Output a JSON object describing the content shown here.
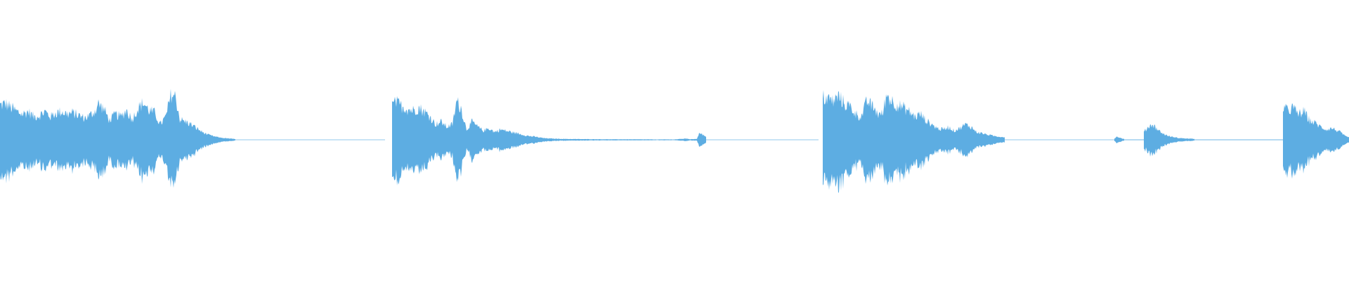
{
  "waveform": {
    "color": "#5DADE2",
    "duration_units": 1920,
    "segments": [
      {
        "start": 0,
        "end": 335,
        "peaks": [
          [
            0,
            0.27
          ],
          [
            8,
            0.28
          ],
          [
            16,
            0.25
          ],
          [
            24,
            0.22
          ],
          [
            32,
            0.2
          ],
          [
            40,
            0.22
          ],
          [
            48,
            0.18
          ],
          [
            56,
            0.19
          ],
          [
            64,
            0.22
          ],
          [
            72,
            0.18
          ],
          [
            80,
            0.21
          ],
          [
            88,
            0.22
          ],
          [
            96,
            0.2
          ],
          [
            104,
            0.21
          ],
          [
            112,
            0.19
          ],
          [
            120,
            0.17
          ],
          [
            128,
            0.19
          ],
          [
            136,
            0.23
          ],
          [
            140,
            0.28
          ],
          [
            148,
            0.24
          ],
          [
            156,
            0.15
          ],
          [
            164,
            0.2
          ],
          [
            172,
            0.18
          ],
          [
            180,
            0.23
          ],
          [
            188,
            0.16
          ],
          [
            196,
            0.24
          ],
          [
            204,
            0.29
          ],
          [
            212,
            0.23
          ],
          [
            220,
            0.21
          ],
          [
            228,
            0.12
          ],
          [
            236,
            0.18
          ],
          [
            244,
            0.36
          ],
          [
            250,
            0.33
          ],
          [
            256,
            0.16
          ],
          [
            264,
            0.14
          ],
          [
            272,
            0.12
          ],
          [
            280,
            0.09
          ],
          [
            288,
            0.06
          ],
          [
            296,
            0.04
          ],
          [
            306,
            0.025
          ],
          [
            316,
            0.015
          ],
          [
            326,
            0.01
          ],
          [
            335,
            0.006
          ]
        ],
        "tail_end": 548,
        "tail_amp": 0.004
      },
      {
        "start": 558,
        "end": 1005,
        "peaks": [
          [
            558,
            0.27
          ],
          [
            564,
            0.29
          ],
          [
            572,
            0.26
          ],
          [
            580,
            0.24
          ],
          [
            588,
            0.23
          ],
          [
            596,
            0.25
          ],
          [
            604,
            0.22
          ],
          [
            612,
            0.18
          ],
          [
            620,
            0.12
          ],
          [
            628,
            0.14
          ],
          [
            636,
            0.1
          ],
          [
            644,
            0.12
          ],
          [
            650,
            0.3
          ],
          [
            656,
            0.25
          ],
          [
            664,
            0.08
          ],
          [
            672,
            0.14
          ],
          [
            680,
            0.1
          ],
          [
            688,
            0.07
          ],
          [
            696,
            0.09
          ],
          [
            704,
            0.06
          ],
          [
            712,
            0.08
          ],
          [
            720,
            0.07
          ],
          [
            728,
            0.06
          ],
          [
            736,
            0.05
          ],
          [
            744,
            0.04
          ],
          [
            752,
            0.03
          ],
          [
            760,
            0.025
          ],
          [
            768,
            0.018
          ],
          [
            776,
            0.012
          ],
          [
            784,
            0.01
          ],
          [
            792,
            0.008
          ],
          [
            810,
            0.006
          ],
          [
            840,
            0.005
          ],
          [
            870,
            0.004
          ],
          [
            900,
            0.004
          ],
          [
            930,
            0.003
          ],
          [
            960,
            0.003
          ],
          [
            978,
            0.01
          ],
          [
            982,
            0.004
          ],
          [
            992,
            0.008
          ],
          [
            996,
            0.06
          ],
          [
            1000,
            0.04
          ],
          [
            1005,
            0.02
          ]
        ],
        "tail_end": 1165,
        "tail_amp": 0.004
      },
      {
        "start": 1171,
        "end": 1430,
        "peaks": [
          [
            1171,
            0.33
          ],
          [
            1178,
            0.32
          ],
          [
            1186,
            0.3
          ],
          [
            1194,
            0.34
          ],
          [
            1202,
            0.28
          ],
          [
            1210,
            0.26
          ],
          [
            1218,
            0.2
          ],
          [
            1226,
            0.18
          ],
          [
            1234,
            0.3
          ],
          [
            1242,
            0.26
          ],
          [
            1250,
            0.2
          ],
          [
            1256,
            0.2
          ],
          [
            1262,
            0.35
          ],
          [
            1270,
            0.3
          ],
          [
            1278,
            0.27
          ],
          [
            1286,
            0.25
          ],
          [
            1294,
            0.22
          ],
          [
            1302,
            0.18
          ],
          [
            1310,
            0.2
          ],
          [
            1318,
            0.15
          ],
          [
            1326,
            0.12
          ],
          [
            1334,
            0.09
          ],
          [
            1342,
            0.08
          ],
          [
            1350,
            0.1
          ],
          [
            1358,
            0.07
          ],
          [
            1366,
            0.09
          ],
          [
            1374,
            0.12
          ],
          [
            1382,
            0.1
          ],
          [
            1390,
            0.06
          ],
          [
            1398,
            0.05
          ],
          [
            1406,
            0.04
          ],
          [
            1414,
            0.03
          ],
          [
            1422,
            0.025
          ],
          [
            1430,
            0.02
          ]
        ],
        "tail_end": 1828,
        "tail_amp": 0.004
      },
      {
        "start": 1586,
        "end": 1600,
        "peaks": [
          [
            1586,
            0.01
          ],
          [
            1590,
            0.025
          ],
          [
            1594,
            0.015
          ],
          [
            1600,
            0.006
          ]
        ],
        "tail_end": 1628,
        "tail_amp": 0.003
      },
      {
        "start": 1628,
        "end": 1700,
        "peaks": [
          [
            1628,
            0.06
          ],
          [
            1634,
            0.1
          ],
          [
            1640,
            0.12
          ],
          [
            1646,
            0.09
          ],
          [
            1652,
            0.06
          ],
          [
            1658,
            0.04
          ],
          [
            1666,
            0.025
          ],
          [
            1676,
            0.015
          ],
          [
            1688,
            0.01
          ],
          [
            1700,
            0.007
          ]
        ],
        "tail_end": 1826,
        "tail_amp": 0.003
      },
      {
        "start": 1826,
        "end": 1920,
        "peaks": [
          [
            1826,
            0.25
          ],
          [
            1832,
            0.23
          ],
          [
            1840,
            0.25
          ],
          [
            1848,
            0.2
          ],
          [
            1856,
            0.22
          ],
          [
            1864,
            0.15
          ],
          [
            1872,
            0.13
          ],
          [
            1880,
            0.1
          ],
          [
            1888,
            0.08
          ],
          [
            1896,
            0.09
          ],
          [
            1904,
            0.07
          ],
          [
            1910,
            0.05
          ],
          [
            1914,
            0.03
          ],
          [
            1918,
            0.02
          ],
          [
            1920,
            0.02
          ]
        ],
        "tail_end": 1920,
        "tail_amp": 0.0
      }
    ]
  }
}
